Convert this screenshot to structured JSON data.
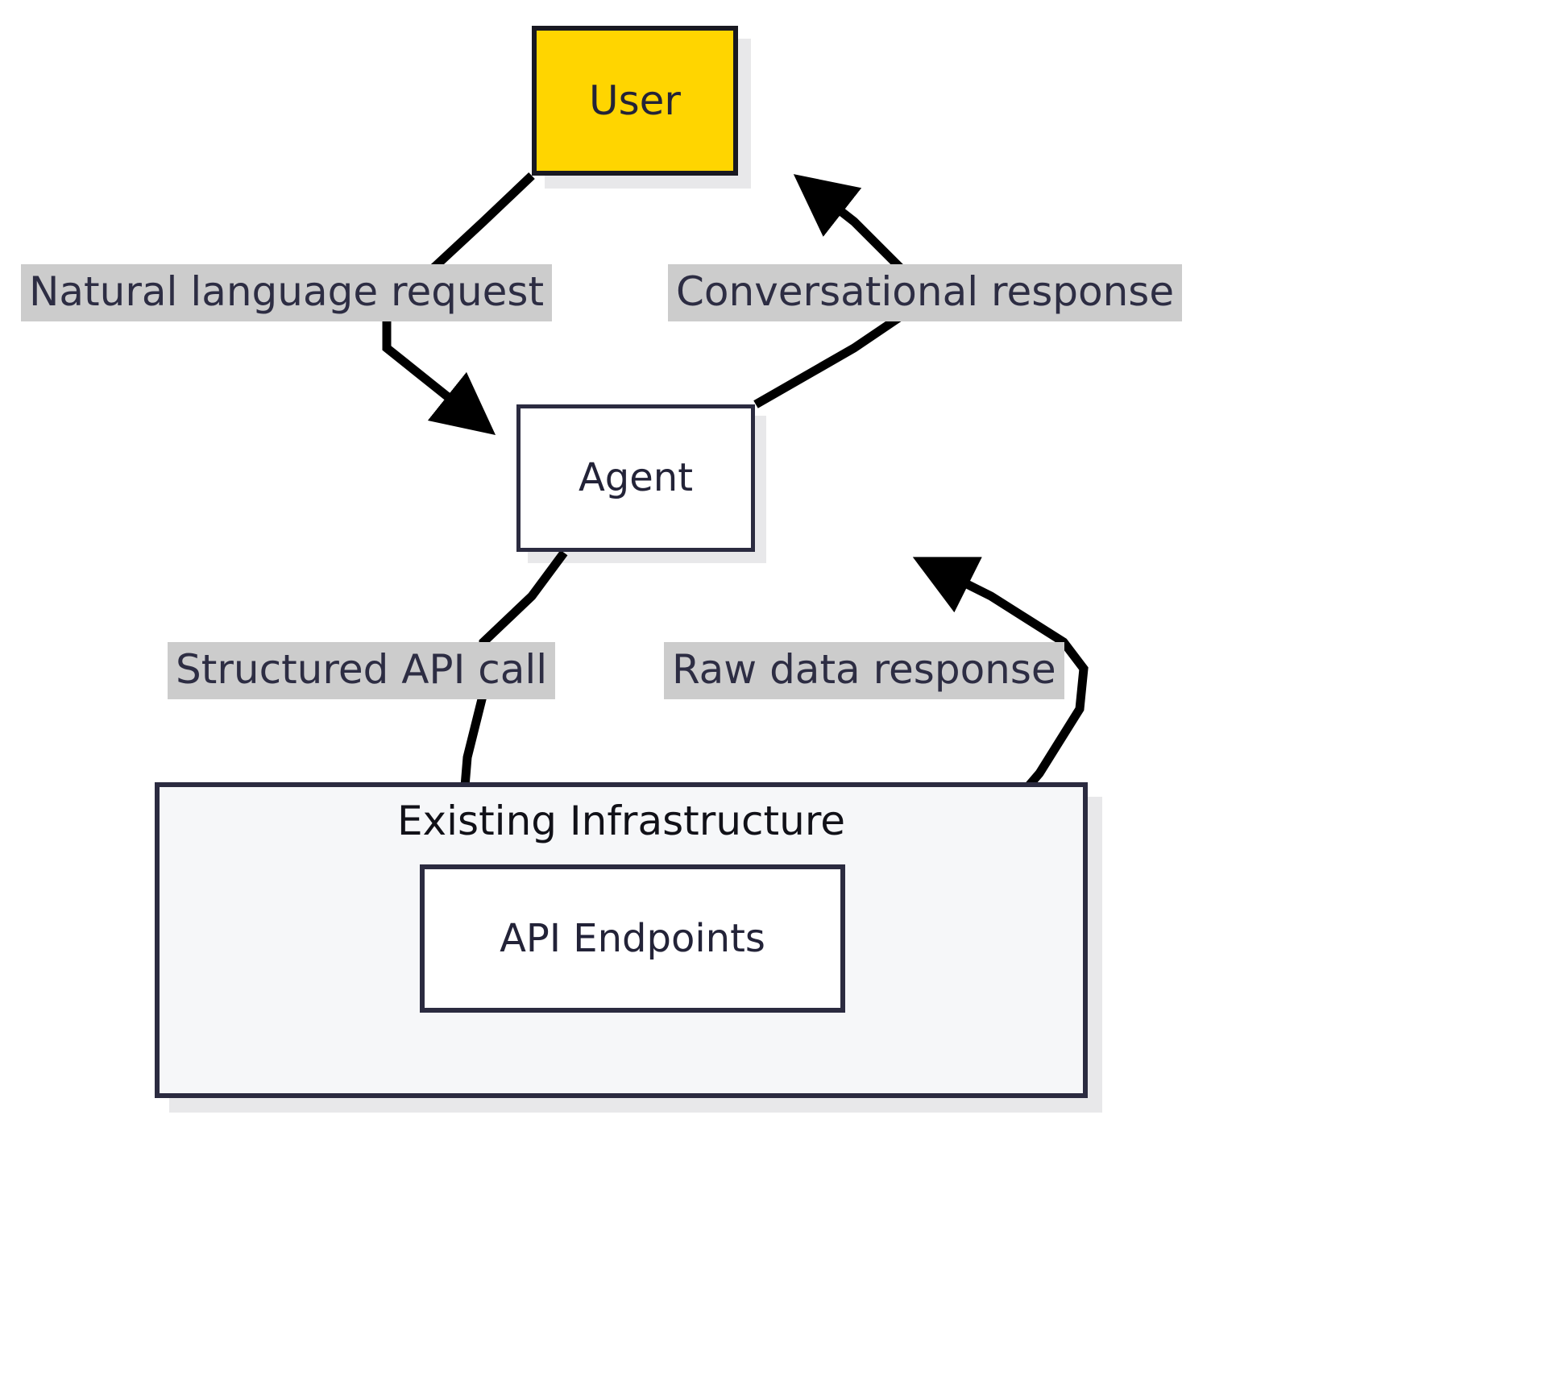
{
  "diagram": {
    "type": "flowchart",
    "title": "",
    "nodes": [
      {
        "id": "user",
        "label": "User",
        "fill": "#FFD500",
        "stroke": "#191921"
      },
      {
        "id": "agent",
        "label": "Agent",
        "fill": "#FFFFFF",
        "stroke": "#2B2B40"
      },
      {
        "id": "api",
        "label": "API Endpoints",
        "fill": "#FFFFFF",
        "stroke": "#2B2B40"
      }
    ],
    "subgraphs": [
      {
        "id": "infra",
        "label": "Existing Infrastructure",
        "fill": "#F6F7F9",
        "stroke": "#2B2B40",
        "contains": [
          "api"
        ]
      }
    ],
    "edges": [
      {
        "from": "user",
        "to": "agent",
        "label": "Natural language request"
      },
      {
        "from": "agent",
        "to": "user",
        "label": "Conversational response"
      },
      {
        "from": "agent",
        "to": "api",
        "label": "Structured API call"
      },
      {
        "from": "api",
        "to": "agent",
        "label": "Raw data response"
      }
    ],
    "label_background": "#CCCCCC",
    "arrow_color": "#000000",
    "text_color": "#2D2D43"
  }
}
